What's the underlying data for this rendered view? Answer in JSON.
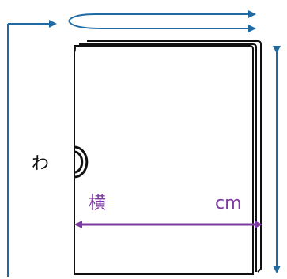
{
  "labels": {
    "fold": "わ",
    "width": "横",
    "unit": "cm"
  },
  "colors": {
    "outline": "#111111",
    "blue_arrows": "#1f6aa3",
    "purple_measure": "#7d3aa0",
    "background": "#ffffff"
  },
  "icons": {
    "fold_marker": "fold-circle-icon"
  }
}
